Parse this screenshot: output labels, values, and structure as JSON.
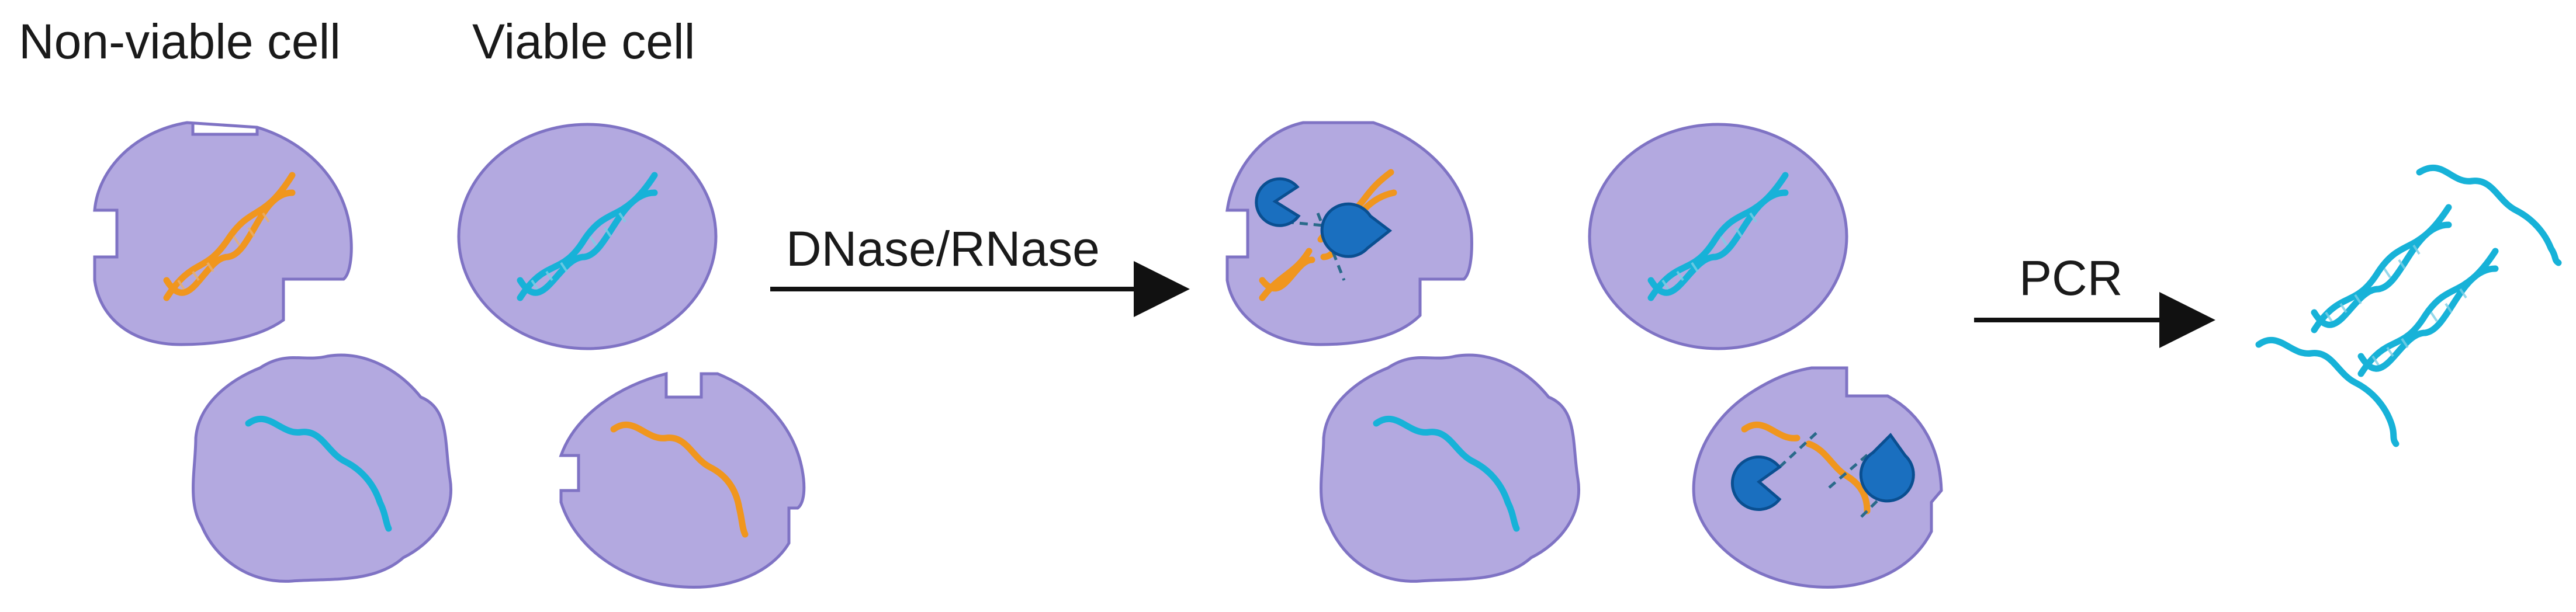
{
  "labels": {
    "non_viable_cell": "Non-viable cell",
    "viable_cell": "Viable cell",
    "dnase_rnase": "DNase/RNase",
    "pcr": "PCR"
  },
  "colors": {
    "cell_fill": "#b3a9e0",
    "cell_stroke": "#7f73c4",
    "cyan_nucleic_acid": "#17b2d8",
    "orange_nucleic_acid": "#f0961e",
    "enzyme": "#1a6fbf",
    "enzyme_stroke": "#0a4f91",
    "arrow": "#111111",
    "text": "#1a1a1a"
  },
  "icons": {
    "dna": "double-helix-icon",
    "rna": "wavy-strand-icon",
    "enzyme": "pac-man-nuclease-icon",
    "arrow": "right-arrow-icon"
  }
}
